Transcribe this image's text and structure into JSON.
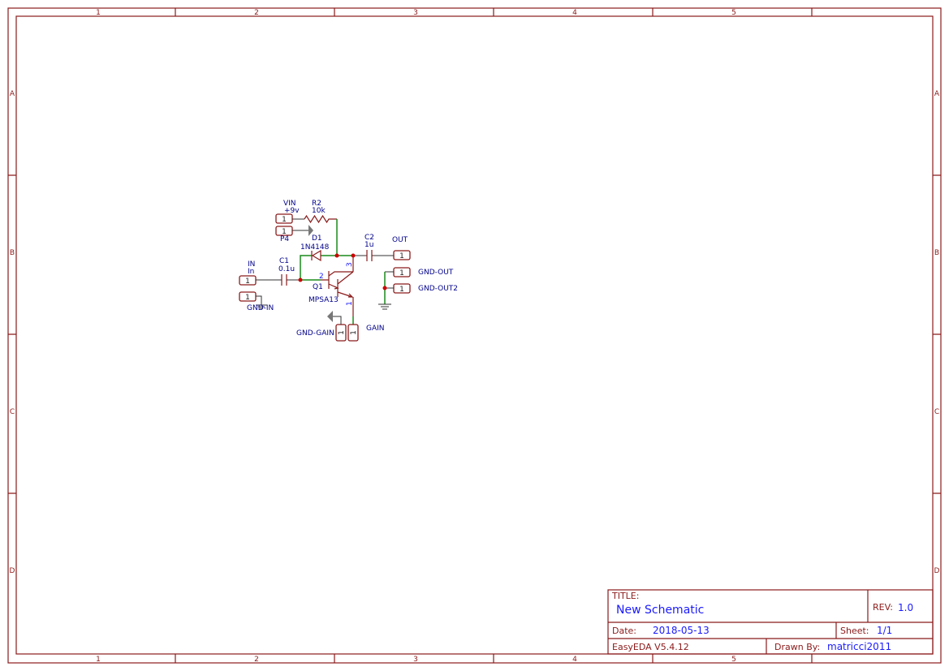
{
  "frame": {
    "columns": [
      "1",
      "2",
      "3",
      "4",
      "5"
    ],
    "rows": [
      "A",
      "B",
      "C",
      "D"
    ]
  },
  "title_block": {
    "title_label": "TITLE:",
    "title": "New Schematic",
    "rev_label": "REV:",
    "rev": "1.0",
    "date_label": "Date:",
    "date": "2018-05-13",
    "sheet_label": "Sheet:",
    "sheet": "1/1",
    "software": "EasyEDA V5.4.12",
    "drawn_by_label": "Drawn By:",
    "drawn_by": "matricci2011"
  },
  "components": {
    "vin": {
      "net": "VIN",
      "value": "+9v",
      "pin": "1"
    },
    "p4": {
      "name": "P4",
      "pin": "1"
    },
    "r2": {
      "name": "R2",
      "value": "10k"
    },
    "d1": {
      "name": "D1",
      "value": "1N4148"
    },
    "c1": {
      "name": "C1",
      "value": "0.1u"
    },
    "c2": {
      "name": "C2",
      "value": "1u"
    },
    "in": {
      "net": "IN",
      "name": "In",
      "pin": "1"
    },
    "gnd_in": {
      "name": "GND-IN",
      "pin": "1"
    },
    "q1": {
      "name": "Q1",
      "value": "MPSA13",
      "pin_base": "2",
      "pin_collector": "3",
      "pin_emitter": "1"
    },
    "out": {
      "net": "OUT",
      "pin": "1"
    },
    "gnd_out": {
      "name": "GND-OUT",
      "pin": "1"
    },
    "gnd_out2": {
      "name": "GND-OUT2",
      "pin": "1"
    },
    "gnd_gain": {
      "name": "GND-GAIN",
      "pin": "1"
    },
    "gain": {
      "name": "GAIN",
      "pin": "1"
    }
  },
  "colors": {
    "frame": "#8b1a1a",
    "wire": "#1a8a1a",
    "label": "#00008b",
    "value": "#1a1aff",
    "junction": "#cc0000"
  }
}
